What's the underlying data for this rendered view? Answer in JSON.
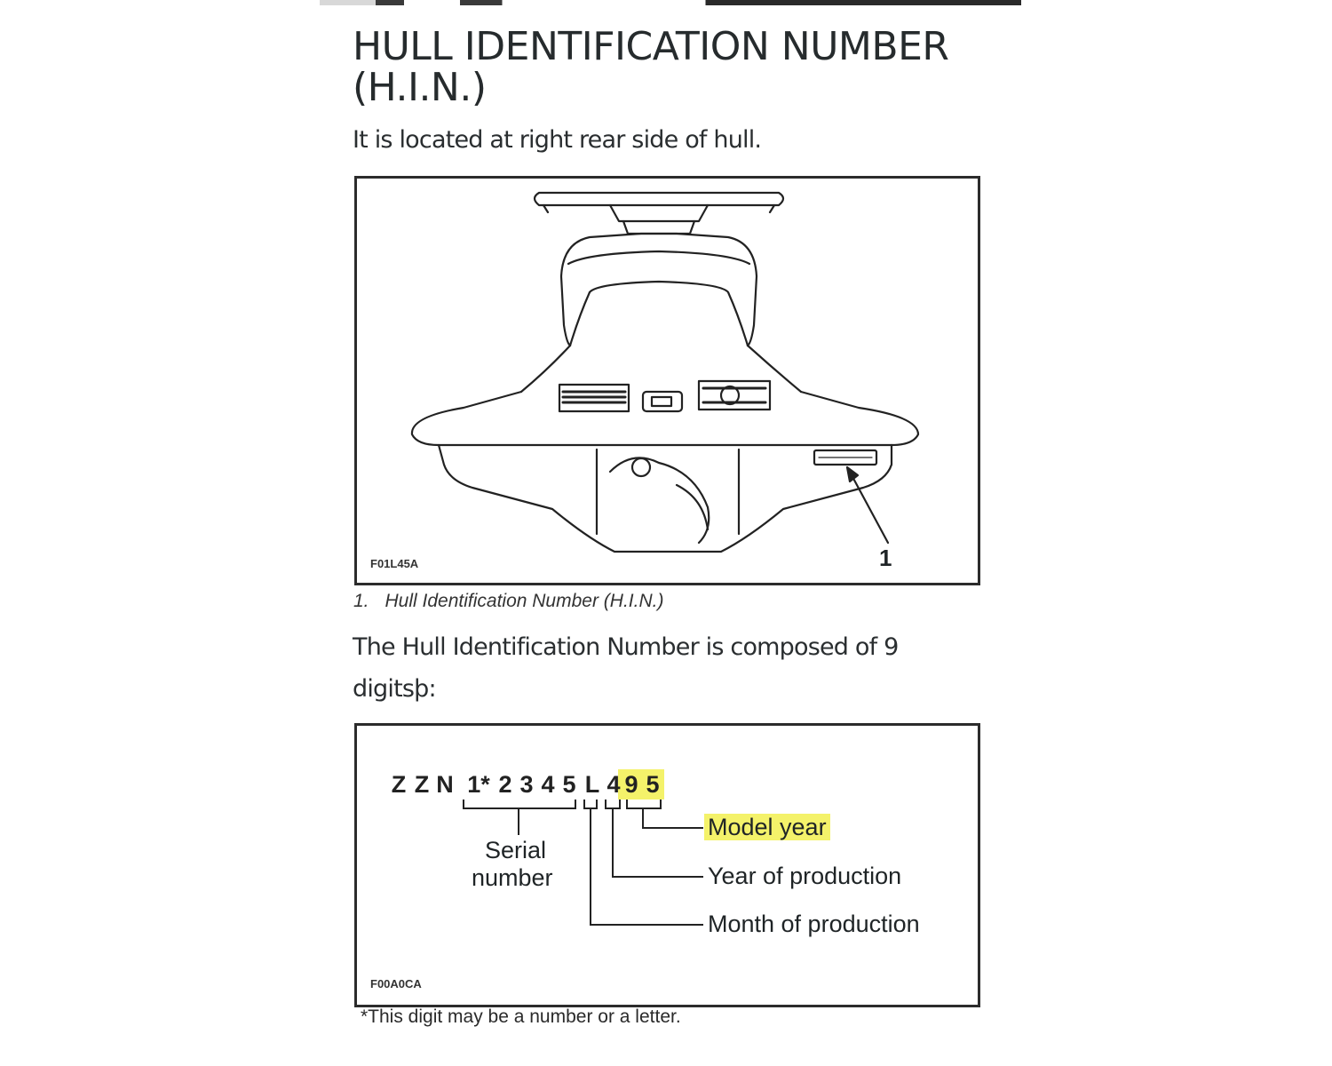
{
  "page": {
    "title": "HULL IDENTIFICATION NUMBER\n(H.I.N.)",
    "location_text": "It is located at right rear side of hull.",
    "figure1": {
      "code": "F01L45A",
      "callout": "1",
      "caption_number": "1.",
      "caption_text": "Hull Identification Number (H.I.N.)"
    },
    "composition_line1": "The Hull Identification Number is composed of 9",
    "composition_line2": "digitsþ:",
    "figure2": {
      "code": "F00A0CA",
      "hin_characters": [
        "Z",
        "Z",
        "N",
        "1*",
        "2",
        "3",
        "4",
        "5",
        "L",
        "4",
        "9",
        "5"
      ],
      "serial_label_line1": "Serial",
      "serial_label_line2": "number",
      "model_year_label": "Model year",
      "year_of_production_label": "Year of production",
      "month_of_production_label": "Month of production"
    },
    "footnote": "*This digit may  be a number or a letter.",
    "highlight_color": "#f4f26a"
  }
}
